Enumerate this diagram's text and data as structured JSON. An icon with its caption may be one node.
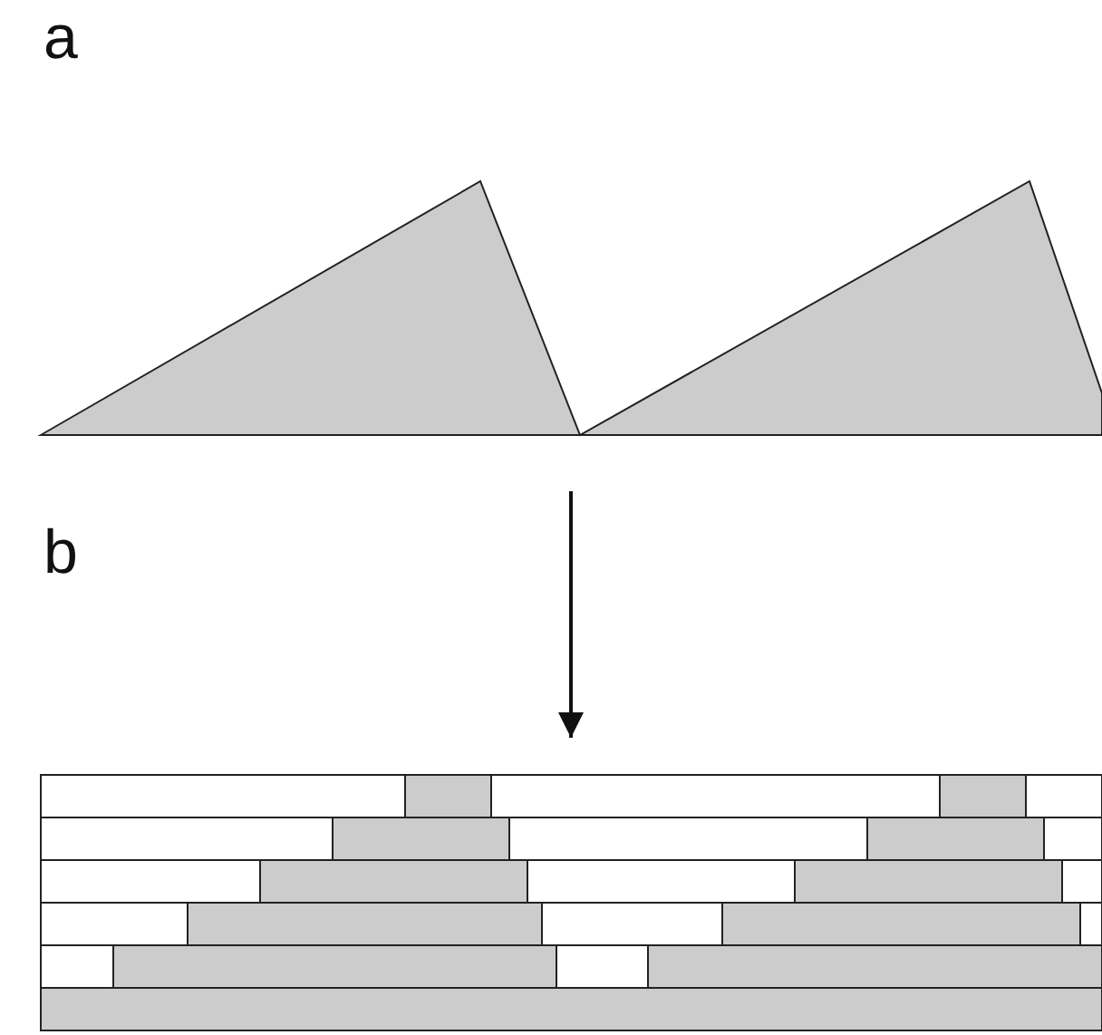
{
  "diagram": {
    "nodes": [
      {
        "text": [],
        "shape": "picture"
      },
      {
        "text": [],
        "shape": "picture"
      }
    ],
    "edges": [
      {
        "from": 0,
        "to": 1,
        "arrow": "to"
      }
    ],
    "labels": [
      "a",
      "b"
    ]
  }
}
